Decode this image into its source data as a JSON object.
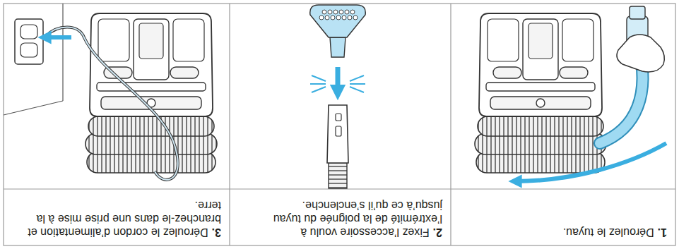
{
  "diagram": {
    "nodes": [
      {
        "text": [
          "1.",
          "Déroulez le tuyau."
        ]
      },
      {
        "text": [
          "2.",
          "Fixez l’accessoire voulu à l’extrémité de la poignée du tuyau jusqu’à ce qu’il s’enclenche."
        ]
      },
      {
        "text": [
          "3.",
          "Déroulez le cordon d’alimentation et branchez-le dans une prise mise à la terre."
        ]
      }
    ]
  }
}
